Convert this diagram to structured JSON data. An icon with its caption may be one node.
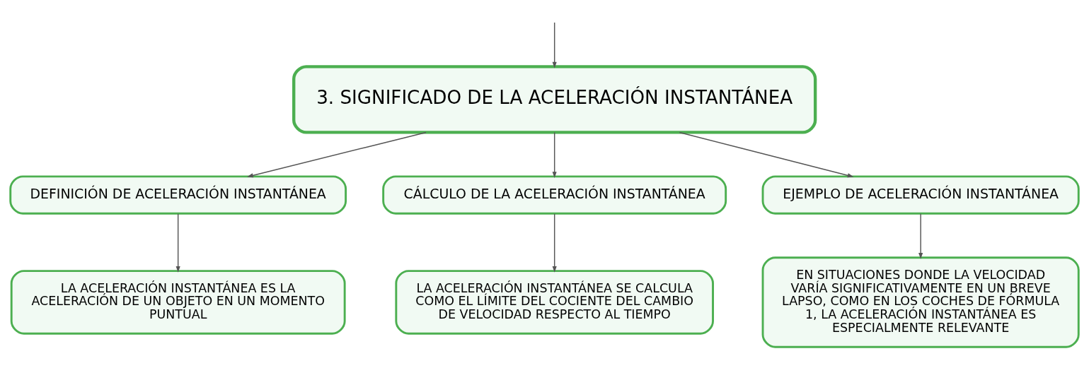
{
  "diagram": {
    "nodes": [
      {
        "text": [
          "3. SIGNIFICADO DE LA ACELERACIÓN INSTANTÁNEA"
        ]
      },
      {
        "text": [
          "DEFINICIÓN DE ACELERACIÓN INSTANTÁNEA"
        ]
      },
      {
        "text": [
          "CÁLCULO DE LA ACELERACIÓN INSTANTÁNEA"
        ]
      },
      {
        "text": [
          "EJEMPLO DE ACELERACIÓN INSTANTÁNEA"
        ]
      },
      {
        "text": [
          "LA ACELERACIÓN INSTANTÁNEA ES LA ACELERACIÓN DE UN OBJETO EN UN MOMENTO PUNTUAL"
        ]
      },
      {
        "text": [
          "LA ACELERACIÓN INSTANTÁNEA SE CALCULA COMO EL LÍMITE DEL COCIENTE DEL CAMBIO DE VELOCIDAD RESPECTO AL TIEMPO"
        ]
      },
      {
        "text": [
          "EN SITUACIONES DONDE LA VELOCIDAD VARÍA SIGNIFICATIVAMENTE EN UN BREVE LAPSO, COMO EN LOS COCHES DE FÓRMULA 1, LA ACELERACIÓN INSTANTÁNEA ES ESPECIALMENTE RELEVANTE"
        ]
      }
    ],
    "edges": [
      {
        "from": null,
        "to": 0,
        "arrow": "to"
      },
      {
        "from": 0,
        "to": 1,
        "arrow": "to"
      },
      {
        "from": 0,
        "to": 2,
        "arrow": "to"
      },
      {
        "from": 0,
        "to": 3,
        "arrow": "to"
      },
      {
        "from": 1,
        "to": 4,
        "arrow": "to"
      },
      {
        "from": 2,
        "to": 5,
        "arrow": "to"
      },
      {
        "from": 3,
        "to": 6,
        "arrow": "to"
      }
    ]
  }
}
